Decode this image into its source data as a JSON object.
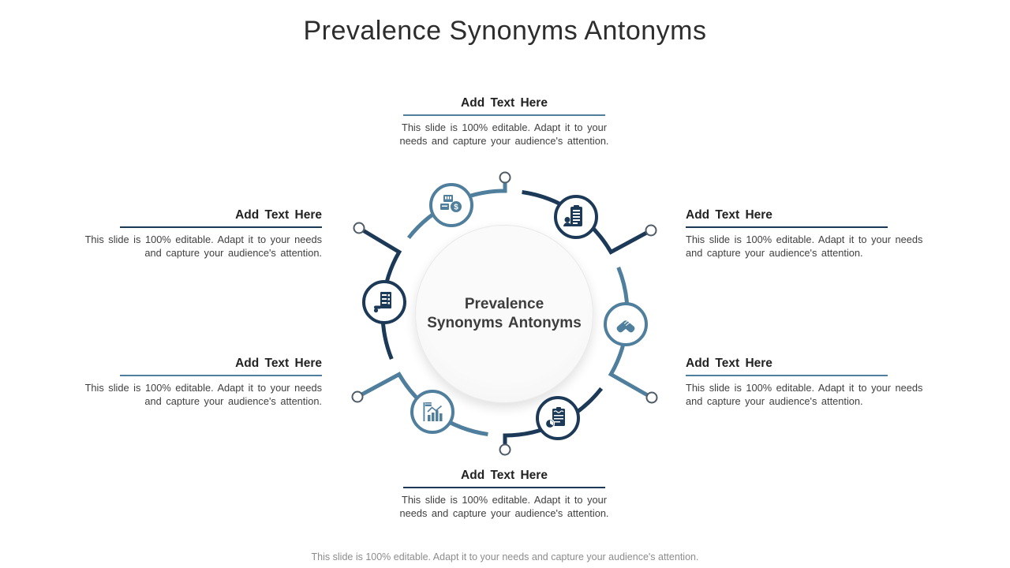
{
  "slide": {
    "title": "Prevalence Synonyms Antonyms",
    "center": {
      "line1": "Prevalence",
      "line2": "Synonyms Antonyms"
    },
    "footer": "This slide is 100% editable. Adapt it to your needs and capture your audience's attention.",
    "colors": {
      "navy": "#1c3a57",
      "steel": "#4f7f9d",
      "title_text": "#2d2d2d",
      "heading_text": "#222222",
      "body_text": "#3f3f3f",
      "footer_text": "#8c8c8c",
      "center_fill": "#f5f5f5"
    }
  },
  "text_blocks": [
    {
      "position": "top",
      "heading": "Add Text Here",
      "body": "This slide is 100% editable. Adapt it to your needs and capture your audience's attention.",
      "accent": "steel"
    },
    {
      "position": "upper-left",
      "heading": "Add Text Here",
      "body": "This slide is 100% editable. Adapt it to your needs and capture your audience's attention.",
      "accent": "navy"
    },
    {
      "position": "upper-right",
      "heading": "Add Text Here",
      "body": "This slide is 100% editable. Adapt it to your needs and capture your audience's attention.",
      "accent": "navy"
    },
    {
      "position": "lower-left",
      "heading": "Add Text Here",
      "body": "This slide is 100% editable. Adapt it to your needs and capture your audience's attention.",
      "accent": "steel"
    },
    {
      "position": "lower-right",
      "heading": "Add Text Here",
      "body": "This slide is 100% editable. Adapt it to your needs and capture your audience's attention.",
      "accent": "steel"
    },
    {
      "position": "bottom",
      "heading": "Add Text Here",
      "body": "This slide is 100% editable. Adapt it to your needs and capture your audience's attention.",
      "accent": "navy"
    }
  ],
  "diagram": {
    "nodes": [
      {
        "icon": "funds-box-icon",
        "color": "steel",
        "position": "top-left"
      },
      {
        "icon": "clipboard-person-icon",
        "color": "navy",
        "position": "top-right"
      },
      {
        "icon": "handshake-icon",
        "color": "steel",
        "position": "right"
      },
      {
        "icon": "report-pie-icon",
        "color": "navy",
        "position": "bottom-right"
      },
      {
        "icon": "growth-chart-flag-icon",
        "color": "steel",
        "position": "bottom-left"
      },
      {
        "icon": "checklist-hand-icon",
        "color": "navy",
        "position": "left"
      }
    ]
  }
}
